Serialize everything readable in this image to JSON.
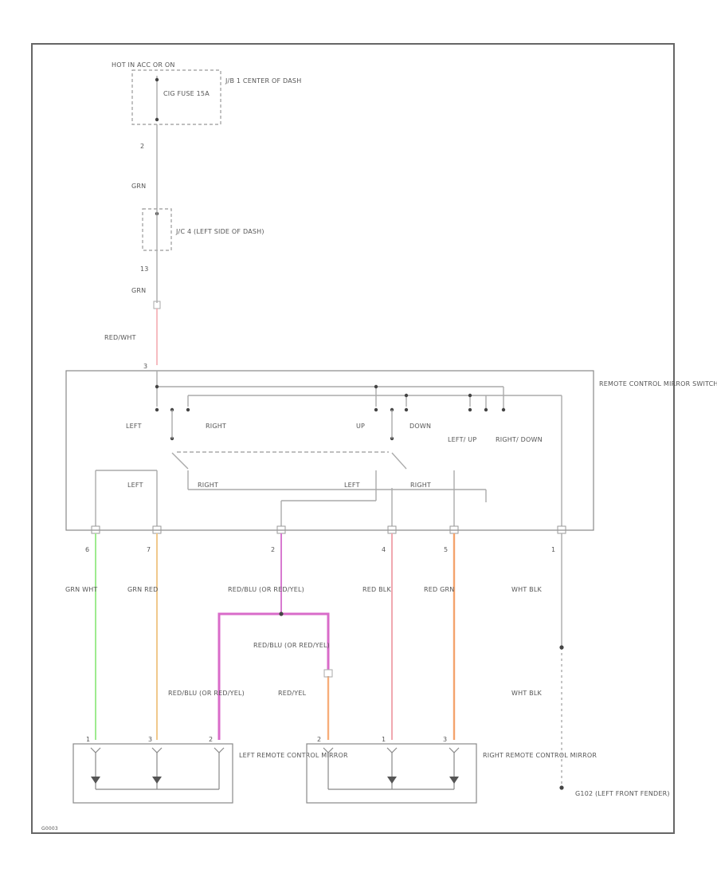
{
  "header": {
    "power_label": "HOT IN ACC OR ON"
  },
  "jb1": {
    "label": "J/B 1 CENTER OF DASH"
  },
  "fuse": {
    "label": "CIG FUSE 15A"
  },
  "jc": {
    "label": "J/C 4 (LEFT SIDE OF DASH)"
  },
  "pins": {
    "jb_pin": "2",
    "jc_pin": "13",
    "sw_feed_pin": "3"
  },
  "wires": {
    "grn_upper": "GRN",
    "grn_lower": "GRN",
    "red_wht": "RED/WHT",
    "grn_wht": "GRN WHT",
    "grn_red": "GRN RED",
    "red_blu_1": "RED/BLU (OR RED/YEL)",
    "red_blk": "RED BLK",
    "red_grn": "RED GRN",
    "wht_blk_1": "WHT BLK",
    "red_blu_2": "RED/BLU (OR RED/YEL)",
    "red_yel": "RED/YEL",
    "red_blu_3": "RED/BLU (OR RED/YEL)",
    "wht_blk_2": "WHT BLK"
  },
  "switch": {
    "label": "REMOTE CONTROL MIRROR SWITCH",
    "left": "LEFT",
    "right": "RIGHT",
    "up": "UP",
    "down": "DOWN",
    "left_up": "LEFT/ UP",
    "right_down": "RIGHT/ DOWN",
    "left2": "LEFT",
    "right2": "RIGHT",
    "left3": "LEFT",
    "right3": "RIGHT"
  },
  "switch_pins": [
    "6",
    "7",
    "2",
    "4",
    "5",
    "1"
  ],
  "mirrors": {
    "left_label": "LEFT REMOTE CONTROL MIRROR",
    "right_label": "RIGHT REMOTE CONTROL MIRROR",
    "left_pins": [
      "1",
      "3",
      "2"
    ],
    "right_pins": [
      "2",
      "1",
      "3"
    ]
  },
  "ground": {
    "label": "G102 (LEFT FRONT FENDER)"
  },
  "footer": {
    "code": "G0003"
  },
  "colors": {
    "grn_wht": "#9eeb8f",
    "grn_red": "#f0c98c",
    "red_blu": "#d77ad0",
    "red_blk": "#f0a8b0",
    "red_grn": "#f4a36c",
    "red_yel": "#f7ae7a",
    "red_wht": "#f3a0a6"
  }
}
